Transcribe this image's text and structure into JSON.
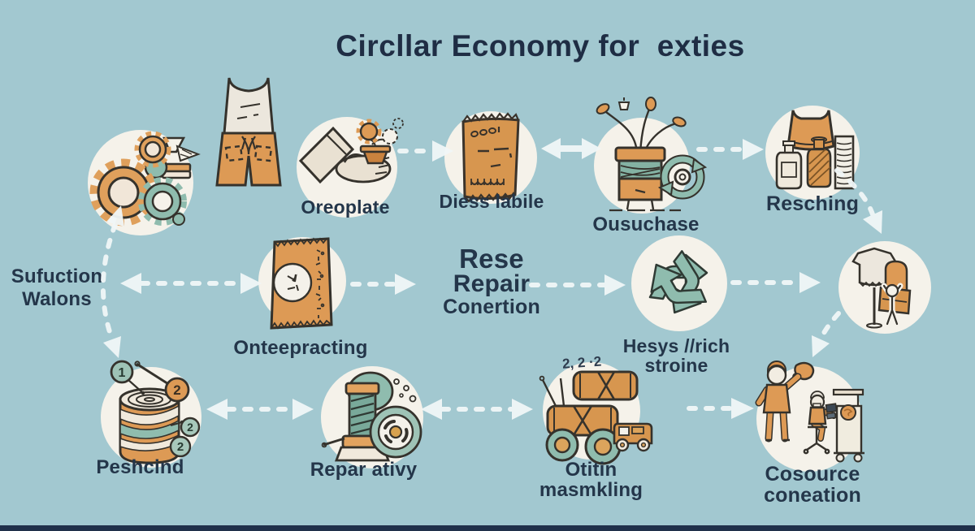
{
  "title": "Circllar Economy for  exties",
  "side_label": {
    "line1": "Sufuction",
    "line2": "Walons"
  },
  "center_label": {
    "line1": "Rese",
    "line2": "Repair",
    "line3": "Conertion"
  },
  "nodes": {
    "gears": {
      "label": ""
    },
    "outfit": {
      "label": ""
    },
    "oreoplate": {
      "label": "Oreoplate"
    },
    "diess": {
      "label": "Diess labile"
    },
    "ousuchase": {
      "label": "Ousuchase"
    },
    "resching": {
      "label": "Resching"
    },
    "clothesrack": {
      "label": ""
    },
    "onteepracting": {
      "label": "Onteepracting"
    },
    "hesys": {
      "label": "Hesys //rich stroine"
    },
    "peshcind": {
      "label": "Peshcind",
      "callouts": [
        "1",
        "2",
        "2",
        "2"
      ]
    },
    "reparativy": {
      "label": "Repar ativy"
    },
    "otitin": {
      "label": "Otitin masmkling",
      "scatter": "2, 2 ·2"
    },
    "cosource": {
      "label": "Cosource coneation"
    }
  },
  "icons": {
    "gears-icon": "machinery gears",
    "outfit-icon": "tank top and shorts",
    "hand-plant-icon": "hand holding pot with gear flowers",
    "fabric-swatch-icon": "stitched fabric swatch",
    "spool-plant-recycle-icon": "thread spool with sprouting plant and recycle swirl",
    "bottles-top-icon": "tank top with bottles",
    "clothes-rack-icon": "shirt stand with chair and figure",
    "fabric-tag-icon": "fabric tag with care circle",
    "recycle-icon": "recycling arrows triangle",
    "striped-spool-icon": "striped yarn spool with numbered callouts",
    "bobbin-button-icon": "bobbin with needle and round dial",
    "rolls-truck-icon": "fabric rolls on wheels with delivery van",
    "workers-icon": "worker holding cloth and seated operator at machine"
  },
  "colors": {
    "background": "#a2c8d0",
    "circle": "#f5f2ea",
    "orange": "#d7964f",
    "teal": "#8fbcae",
    "text": "#24364a",
    "arrow": "#f1f7f7"
  }
}
